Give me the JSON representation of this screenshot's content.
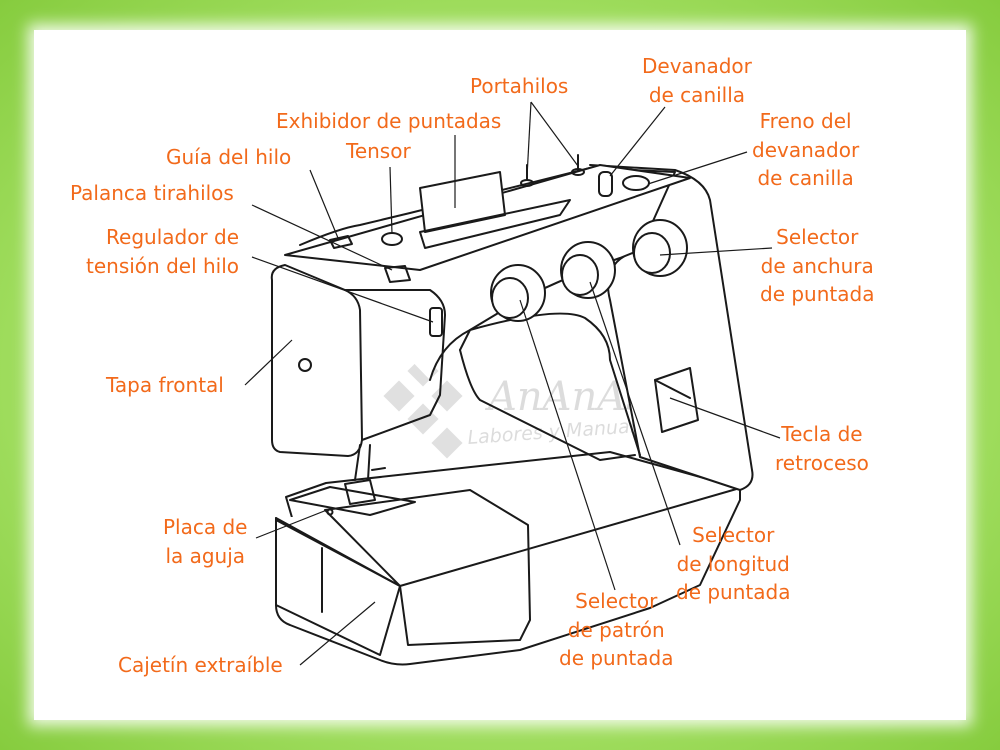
{
  "watermark": {
    "title": "AnAnAs",
    "subtitle": "Labores y Manualidades"
  },
  "labels": {
    "portahilos": "Portahilos",
    "devanador_1": "Devanador",
    "devanador_2": "de canilla",
    "exhibidor": "Exhibidor de puntadas",
    "freno_1": "Freno del",
    "freno_2": "devanador",
    "freno_3": "de canilla",
    "tensor": "Tensor",
    "guia": "Guía del hilo",
    "palanca": "Palanca tirahilos",
    "regulador_1": "Regulador de",
    "regulador_2": "tensión del hilo",
    "selector_anchura_1": "Selector",
    "selector_anchura_2": "de anchura",
    "selector_anchura_3": "de puntada",
    "tapa": "Tapa frontal",
    "tecla_1": "Tecla de",
    "tecla_2": "retroceso",
    "placa_1": "Placa de",
    "placa_2": "la aguja",
    "selector_longitud_1": "Selector",
    "selector_longitud_2": "de longitud",
    "selector_longitud_3": "de puntada",
    "selector_patron_1": "Selector",
    "selector_patron_2": "de patrón",
    "selector_patron_3": "de puntada",
    "cajetin": "Cajetín extraíble"
  },
  "colors": {
    "label": "#f26a1b",
    "frame": "#8ed24a",
    "line": "#1a1a1a"
  }
}
